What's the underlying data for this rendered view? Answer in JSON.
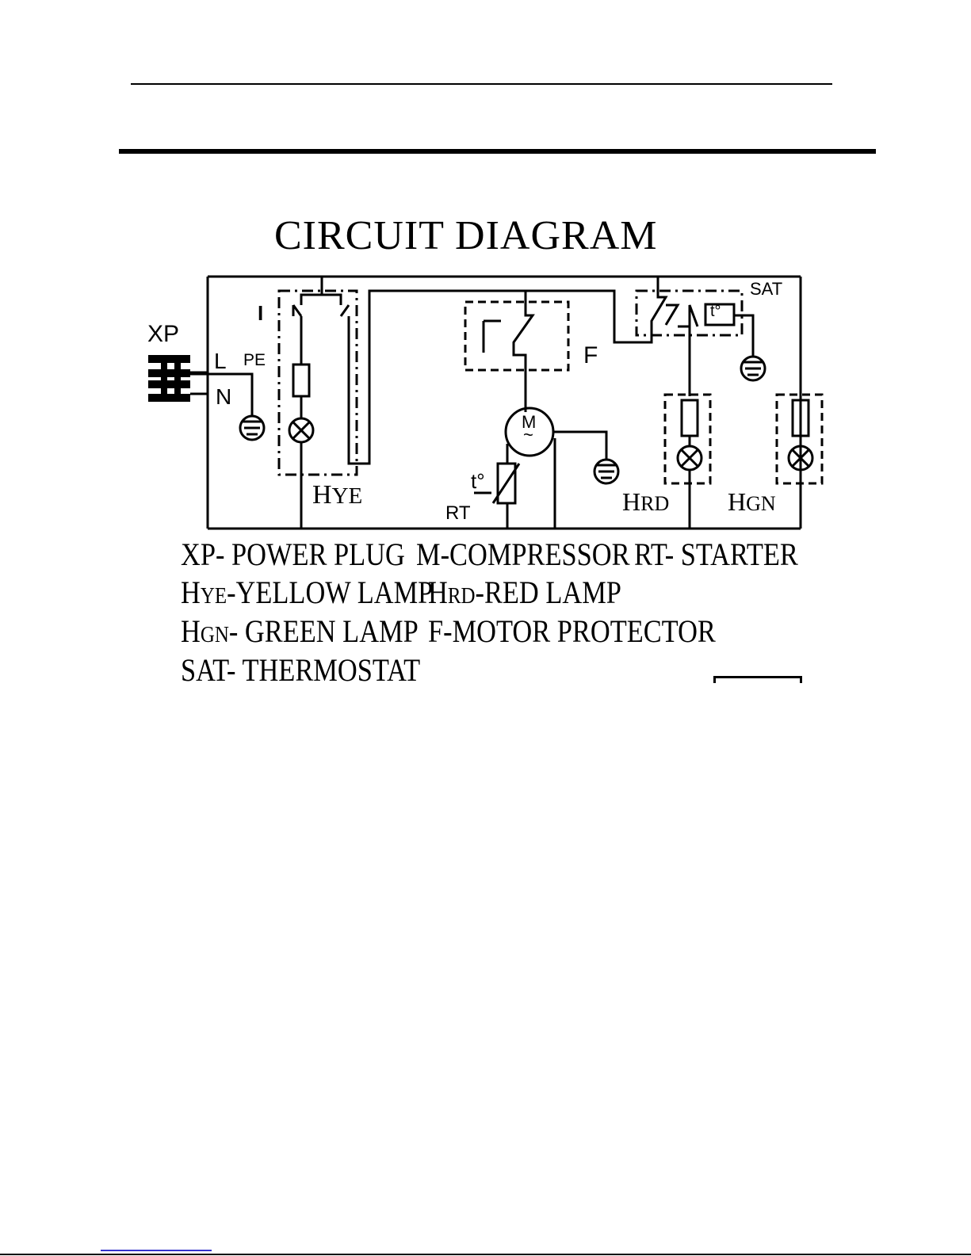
{
  "diagram": {
    "title": "CIRCUIT DIAGRAM",
    "labels": {
      "xp": "XP",
      "l": "L",
      "n": "N",
      "pe": "PE",
      "i": "I",
      "f": "F",
      "m": "M",
      "m_tilde": "~",
      "sat": "SAT",
      "t_deg_sat": "t°",
      "t_deg_rt": "t°",
      "rt": "RT",
      "hye_h": "H",
      "hye_sub": "YE",
      "hrd_h": "H",
      "hrd_sub": "RD",
      "hgn_h": "H",
      "hgn_sub": "GN"
    }
  },
  "legend": {
    "row1": {
      "xp": "XP- POWER PLUG",
      "m": "M-COMPRESSOR",
      "rt": "RT- STARTER"
    },
    "row2": {
      "hye_h": "H",
      "hye_rest": "YE",
      "hye_text": "-YELLOW  LAMP",
      "hrd_h": "H",
      "hrd_rest": "RD",
      "hrd_text": "-RED  LAMP"
    },
    "row3": {
      "hgn_h": "H",
      "hgn_rest": "GN",
      "hgn_text": "- GREEN  LAMP",
      "f": "F-MOTOR  PROTECTOR"
    },
    "row4": {
      "sat": "SAT- THERMOSTAT"
    }
  }
}
